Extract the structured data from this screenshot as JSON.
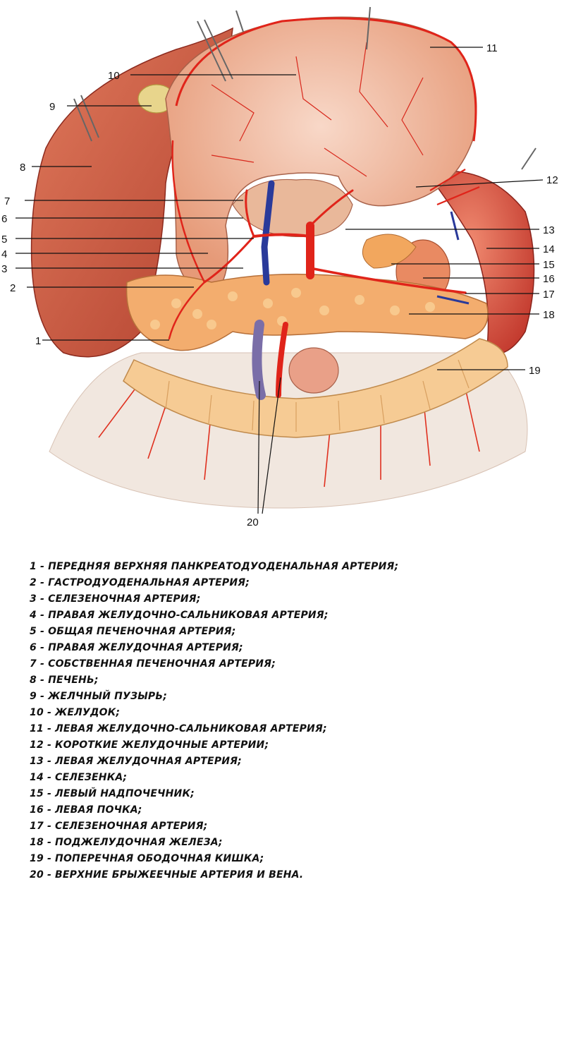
{
  "figure": {
    "labels": [
      "1",
      "2",
      "3",
      "4",
      "5",
      "6",
      "7",
      "8",
      "9",
      "10",
      "11",
      "12",
      "13",
      "14",
      "15",
      "16",
      "17",
      "18",
      "19",
      "20"
    ],
    "colors": {
      "liver": "#c8543e",
      "stomach": "#e8a07a",
      "artery": "#e0241a",
      "vein": "#2a3a9a",
      "pancreas": "#f0a568",
      "colon": "#f4c690",
      "spleen": "#d8473a",
      "omentum": "#ece4dc",
      "gallbladder": "#e6d488"
    }
  },
  "legend": {
    "items": [
      "1 - ПЕРЕДНЯЯ ВЕРХНЯЯ ПАНКРЕАТОДУОДЕНАЛЬНАЯ АРТЕРИЯ;",
      "2 - ГАСТРОДУОДЕНАЛЬНАЯ АРТЕРИЯ;",
      "3 - СЕЛЕЗЕНОЧНАЯ АРТЕРИЯ;",
      "4 - ПРАВАЯ ЖЕЛУДОЧНО-САЛЬНИКОВАЯ АРТЕРИЯ;",
      "5 - ОБЩАЯ ПЕЧЕНОЧНАЯ АРТЕРИЯ;",
      "6 - ПРАВАЯ ЖЕЛУДОЧНАЯ АРТЕРИЯ;",
      "7 - СОБСТВЕННАЯ ПЕЧЕНОЧНАЯ АРТЕРИЯ;",
      "8 - ПЕЧЕНЬ;",
      "9 - ЖЕЛЧНЫЙ ПУЗЫРЬ;",
      "10 - ЖЕЛУДОК;",
      "11 - ЛЕВАЯ ЖЕЛУДОЧНО-САЛЬНИКОВАЯ АРТЕРИЯ;",
      "12 - КОРОТКИЕ ЖЕЛУДОЧНЫЕ АРТЕРИИ;",
      "13 - ЛЕВАЯ ЖЕЛУДОЧНАЯ АРТЕРИЯ;",
      "14 - СЕЛЕЗЕНКА;",
      "15 - ЛЕВЫЙ НАДПОЧЕЧНИК;",
      "16 - ЛЕВАЯ ПОЧКА;",
      "17 - СЕЛЕЗЕНОЧНАЯ АРТЕРИЯ;",
      "18 - ПОДЖЕЛУДОЧНАЯ ЖЕЛЕЗА;",
      "19 - ПОПЕРЕЧНАЯ ОБОДОЧНАЯ КИШКА;",
      "20 - ВЕРХНИЕ БРЫЖЕЕЧНЫЕ АРТЕРИЯ И ВЕНА."
    ]
  }
}
